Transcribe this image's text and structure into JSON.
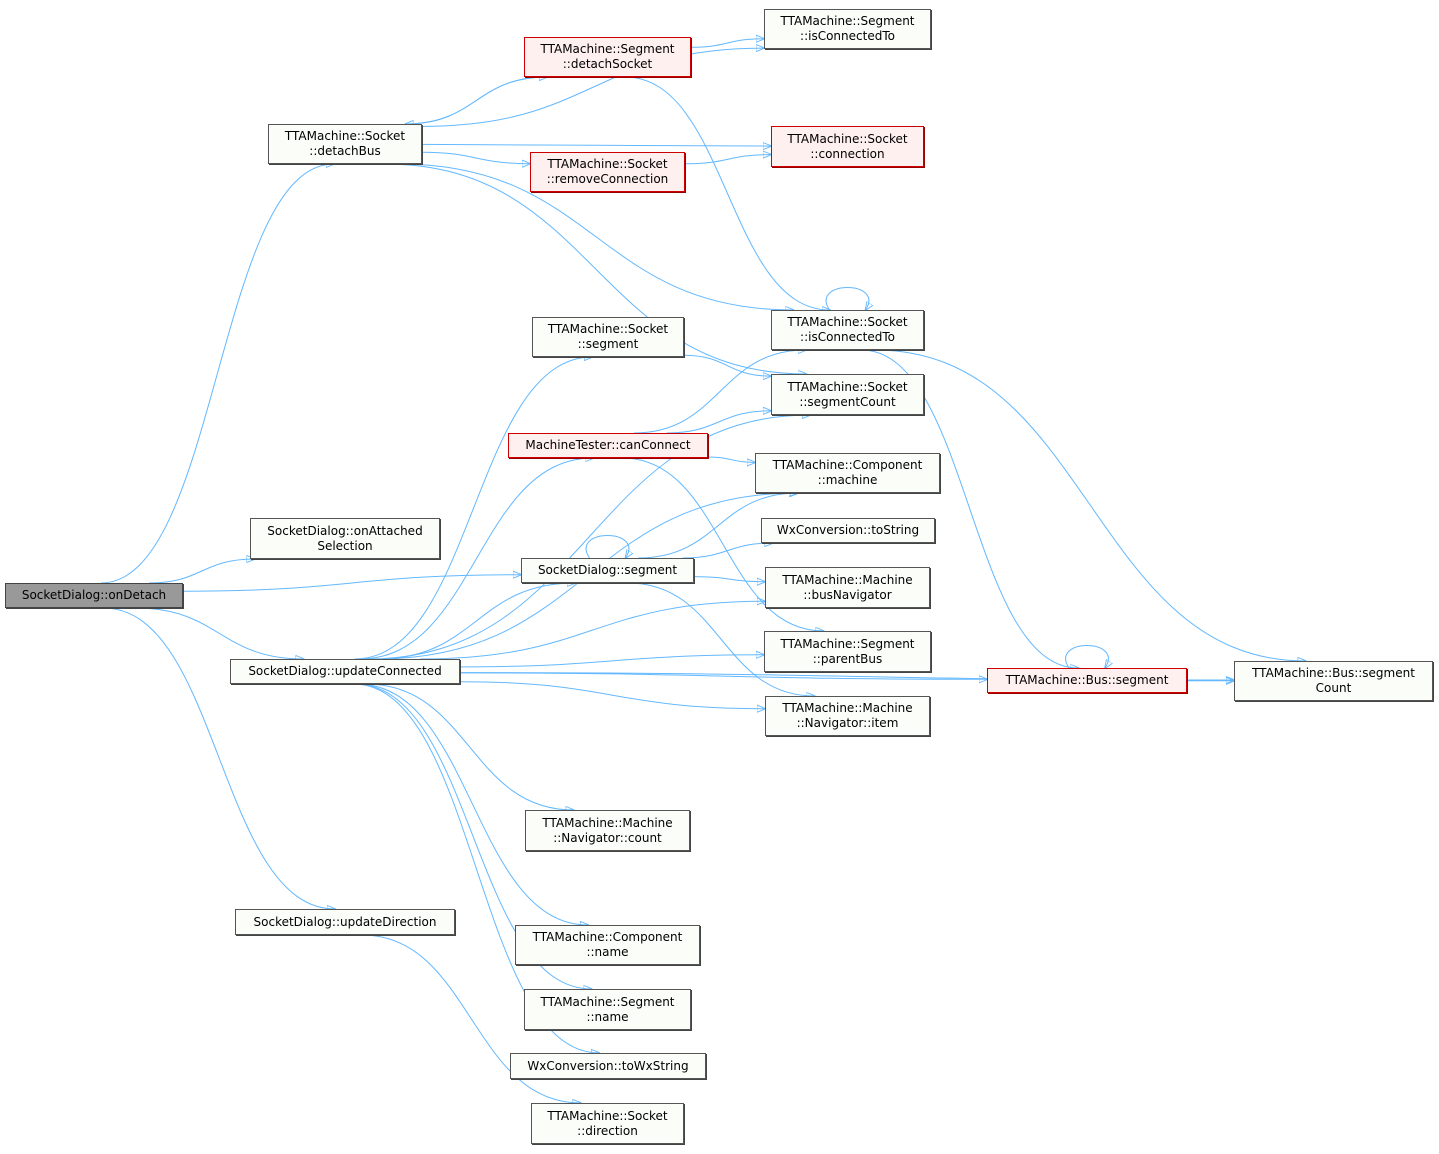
{
  "colors": {
    "edge": "#63b8ff",
    "node_fill": "#fbfdf9",
    "node_border": "#555555",
    "incomplete_border": "#cc0000",
    "incomplete_fill": "#fff0f0",
    "root_fill": "#999999"
  },
  "nodes": {
    "on_detach": [
      "SocketDialog::onDetach"
    ],
    "detach_bus": [
      "TTAMachine::Socket",
      "::detachBus"
    ],
    "on_attached_selection": [
      "SocketDialog::onAttached",
      "Selection"
    ],
    "dlg_segment": [
      "SocketDialog::segment"
    ],
    "update_connected": [
      "SocketDialog::updateConnected"
    ],
    "update_direction": [
      "SocketDialog::updateDirection"
    ],
    "seg_detach_socket": [
      "TTAMachine::Segment",
      "::detachSocket"
    ],
    "seg_is_connected_to": [
      "TTAMachine::Segment",
      "::isConnectedTo"
    ],
    "sock_remove_connection": [
      "TTAMachine::Socket",
      "::removeConnection"
    ],
    "sock_connection": [
      "TTAMachine::Socket",
      "::connection"
    ],
    "sock_segment": [
      "TTAMachine::Socket",
      "::segment"
    ],
    "sock_is_connected_to": [
      "TTAMachine::Socket",
      "::isConnectedTo"
    ],
    "sock_segment_count": [
      "TTAMachine::Socket",
      "::segmentCount"
    ],
    "can_connect": [
      "MachineTester::canConnect"
    ],
    "comp_machine": [
      "TTAMachine::Component",
      "::machine"
    ],
    "wx_to_string": [
      "WxConversion::toString"
    ],
    "bus_navigator": [
      "TTAMachine::Machine",
      "::busNavigator"
    ],
    "seg_parent_bus": [
      "TTAMachine::Segment",
      "::parentBus"
    ],
    "nav_item": [
      "TTAMachine::Machine",
      "::Navigator::item"
    ],
    "bus_segment": [
      "TTAMachine::Bus::segment"
    ],
    "bus_segment_count": [
      "TTAMachine::Bus::segment",
      "Count"
    ],
    "nav_count": [
      "TTAMachine::Machine",
      "::Navigator::count"
    ],
    "comp_name": [
      "TTAMachine::Component",
      "::name"
    ],
    "seg_name": [
      "TTAMachine::Segment",
      "::name"
    ],
    "wx_to_wx_string": [
      "WxConversion::toWxString"
    ],
    "sock_direction": [
      "TTAMachine::Socket",
      "::direction"
    ]
  },
  "edges": [
    [
      "on_detach",
      "detach_bus"
    ],
    [
      "on_detach",
      "on_attached_selection"
    ],
    [
      "on_detach",
      "dlg_segment"
    ],
    [
      "on_detach",
      "update_connected"
    ],
    [
      "on_detach",
      "update_direction"
    ],
    [
      "detach_bus",
      "seg_detach_socket"
    ],
    [
      "detach_bus",
      "seg_is_connected_to"
    ],
    [
      "detach_bus",
      "sock_connection"
    ],
    [
      "detach_bus",
      "sock_remove_connection"
    ],
    [
      "detach_bus",
      "sock_is_connected_to"
    ],
    [
      "detach_bus",
      "sock_segment_count"
    ],
    [
      "seg_detach_socket",
      "detach_bus"
    ],
    [
      "seg_detach_socket",
      "seg_is_connected_to"
    ],
    [
      "seg_detach_socket",
      "sock_is_connected_to"
    ],
    [
      "sock_remove_connection",
      "sock_connection"
    ],
    [
      "sock_is_connected_to",
      "sock_is_connected_to"
    ],
    [
      "sock_is_connected_to",
      "bus_segment"
    ],
    [
      "sock_is_connected_to",
      "bus_segment_count"
    ],
    [
      "sock_segment",
      "sock_segment_count"
    ],
    [
      "can_connect",
      "sock_is_connected_to"
    ],
    [
      "can_connect",
      "sock_segment_count"
    ],
    [
      "can_connect",
      "comp_machine"
    ],
    [
      "can_connect",
      "seg_parent_bus"
    ],
    [
      "dlg_segment",
      "dlg_segment"
    ],
    [
      "dlg_segment",
      "comp_machine"
    ],
    [
      "dlg_segment",
      "wx_to_string"
    ],
    [
      "dlg_segment",
      "bus_navigator"
    ],
    [
      "dlg_segment",
      "nav_item"
    ],
    [
      "bus_segment",
      "bus_segment"
    ],
    [
      "bus_segment",
      "bus_segment_count"
    ],
    [
      "update_connected",
      "sock_segment"
    ],
    [
      "update_connected",
      "sock_segment_count"
    ],
    [
      "update_connected",
      "can_connect"
    ],
    [
      "update_connected",
      "comp_machine"
    ],
    [
      "update_connected",
      "dlg_segment"
    ],
    [
      "update_connected",
      "bus_navigator"
    ],
    [
      "update_connected",
      "seg_parent_bus"
    ],
    [
      "update_connected",
      "nav_item"
    ],
    [
      "update_connected",
      "bus_segment"
    ],
    [
      "update_connected",
      "nav_count"
    ],
    [
      "update_connected",
      "bus_segment_count"
    ],
    [
      "update_connected",
      "comp_name"
    ],
    [
      "update_connected",
      "seg_name"
    ],
    [
      "update_connected",
      "wx_to_wx_string"
    ],
    [
      "update_direction",
      "sock_direction"
    ]
  ]
}
